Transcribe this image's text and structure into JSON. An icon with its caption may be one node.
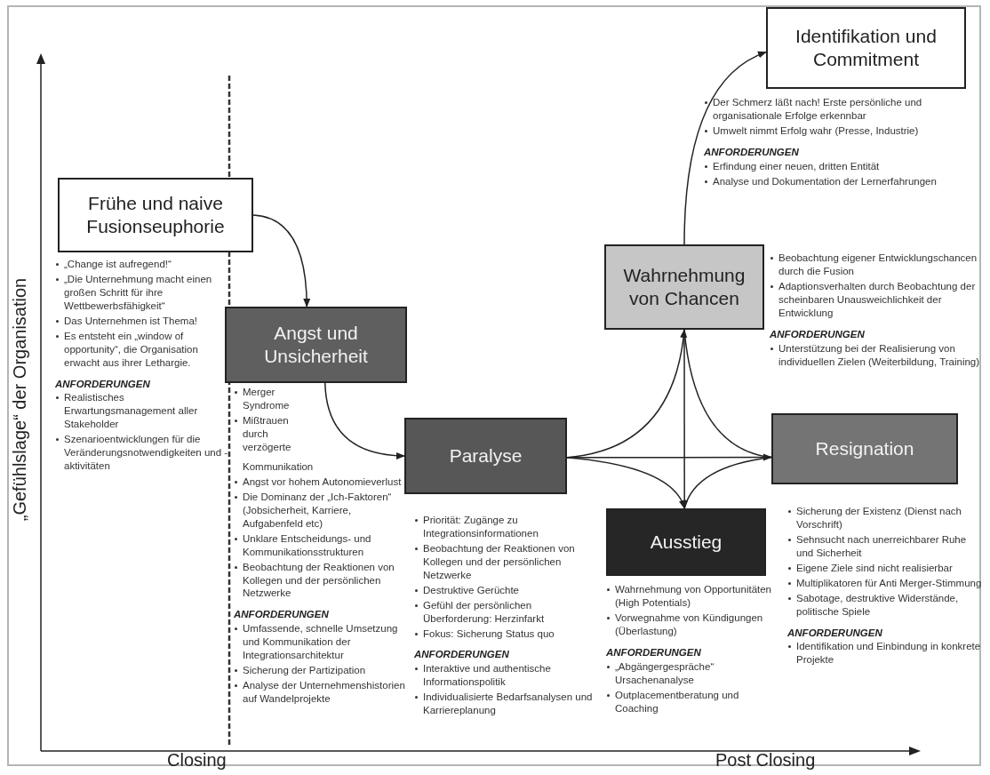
{
  "diagram": {
    "nodes": [
      {
        "text": [
          "Frühe und naive Fusionseuphorie"
        ],
        "beside": [
          "„Change ist aufregend!“",
          "„Die Unternehmung macht einen großen Schritt für ihre Wettbewerbsfähigkeit“",
          "Das Unternehmen ist Thema!",
          "Es entsteht ein „window of opportunity“, die Organisation erwacht aus ihrer Lethargie.",
          "ANFORDERUNGEN",
          "Realistisches Erwartungsmanagement aller Stakeholder",
          "Szenarioentwicklungen für die Veränderungsnotwendigkeiten und -aktivitäten"
        ]
      },
      {
        "text": [
          "Angst und Unsicherheit"
        ],
        "beside": [
          "Merger Syndrome",
          "Mißtrauen durch verzögerte Kommunikation",
          "Angst vor hohem Autonomieverlust",
          "Die Dominanz der „Ich-Faktoren“ (Jobsicherheit, Karriere, Aufgabenfeld etc)",
          "Unklare Entscheidungs- und Kommunikationsstrukturen",
          "Beobachtung der Reaktionen von Kollegen und der persönlichen Netzwerke",
          "ANFORDERUNGEN",
          "Umfassende, schnelle Umsetzung und Kommunikation der Integrationsarchitektur",
          "Sicherung der Partizipation",
          "Analyse der Unternehmenshistorien auf Wandelprojekte"
        ]
      },
      {
        "text": [
          "Paralyse"
        ],
        "beside": [
          "Priorität: Zugänge zu Integrationsinformationen",
          "Beobachtung der Reaktionen von Kollegen und der persönlichen Netzwerke",
          "Destruktive Gerüchte",
          "Gefühl der persönlichen Überforderung: Herzinfarkt",
          "Fokus: Sicherung Status quo",
          "ANFORDERUNGEN",
          "Interaktive und authentische Informationspolitik",
          "Individualisierte Bedarfsanalysen und Karriereplanung"
        ]
      },
      {
        "text": [
          "Wahrnehmung von Chancen"
        ],
        "beside": [
          "Beobachtung eigener Entwicklungschancen durch die Fusion",
          "Adaptionsverhalten durch Beobachtung der scheinbaren Unausweichlichkeit der Entwicklung",
          "ANFORDERUNGEN",
          "Unterstützung bei der Realisierung von individuellen Zielen (Weiterbildung, Training)"
        ]
      },
      {
        "text": [
          "Identifikation und Commitment"
        ],
        "beside": [
          "Der Schmerz läßt nach! Erste persönliche und organisationale Erfolge erkennbar",
          "Umwelt nimmt Erfolg wahr (Presse, Industrie)",
          "ANFORDERUNGEN",
          "Erfindung einer neuen, dritten Entität",
          "Analyse und Dokumentation der Lernerfahrungen"
        ]
      },
      {
        "text": [
          "Resignation"
        ],
        "beside": [
          "Sicherung der Existenz (Dienst nach Vorschrift)",
          "Sehnsucht nach unerreichbarer Ruhe und Sicherheit",
          "Eigene Ziele sind nicht realisierbar",
          "Multiplikatoren für Anti Merger-Stimmung",
          "Sabotage, destruktive Widerstände, politische Spiele",
          "ANFORDERUNGEN",
          "Identifikation und Einbindung in konkrete Projekte"
        ]
      },
      {
        "text": [
          "Ausstieg"
        ],
        "beside": [
          "Wahrnehmung von Opportunitäten (High Potentials)",
          "Vorwegnahme von Kündigungen (Überlastung)",
          "ANFORDERUNGEN",
          "„Abgängergespräche“ Ursachenanalyse",
          "Outplacementberatung und Coaching"
        ]
      }
    ],
    "edges": [
      {
        "from": 0,
        "to": 1,
        "arrow": "to"
      },
      {
        "from": 1,
        "to": 2,
        "arrow": "to"
      },
      {
        "from": 2,
        "to": 3,
        "arrow": "to"
      },
      {
        "from": 2,
        "to": 5,
        "arrow": "to"
      },
      {
        "from": 2,
        "to": 6,
        "arrow": "to"
      },
      {
        "from": 3,
        "to": 6,
        "arrow": "to"
      },
      {
        "from": 5,
        "to": 3,
        "arrow": "none"
      },
      {
        "from": 5,
        "to": 6,
        "arrow": "none"
      },
      {
        "from": 3,
        "to": 4,
        "arrow": "to"
      }
    ],
    "labels": [
      "„Gefühlslage“ der Organisation",
      "Closing",
      "Post Closing"
    ]
  }
}
